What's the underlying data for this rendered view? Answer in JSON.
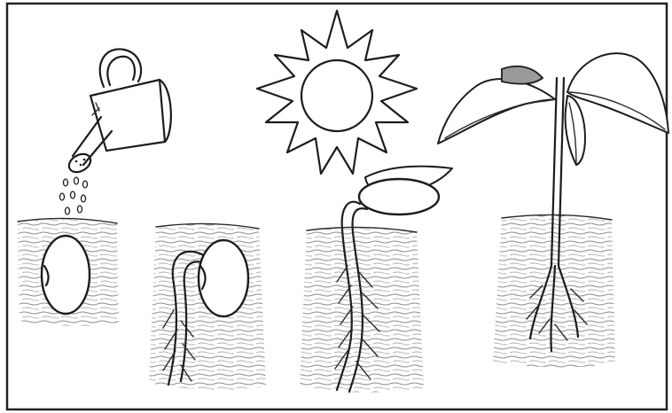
{
  "diagram": {
    "stages": [
      {
        "id": "seed",
        "elements": [
          "watering-can",
          "water-drops",
          "seed-in-soil"
        ]
      },
      {
        "id": "germination",
        "elements": [
          "seed-in-soil",
          "root"
        ]
      },
      {
        "id": "seedling",
        "elements": [
          "sun",
          "sprout-with-cotyledon",
          "root"
        ]
      },
      {
        "id": "young-plant",
        "elements": [
          "leaves",
          "stem",
          "root"
        ]
      }
    ],
    "colors": {
      "ink": "#1c1c1c",
      "background": "#ffffff",
      "frame": "#222222",
      "soil_shade": "#8c8c8c"
    },
    "icons": [
      "watering-can-icon",
      "sun-icon"
    ]
  }
}
